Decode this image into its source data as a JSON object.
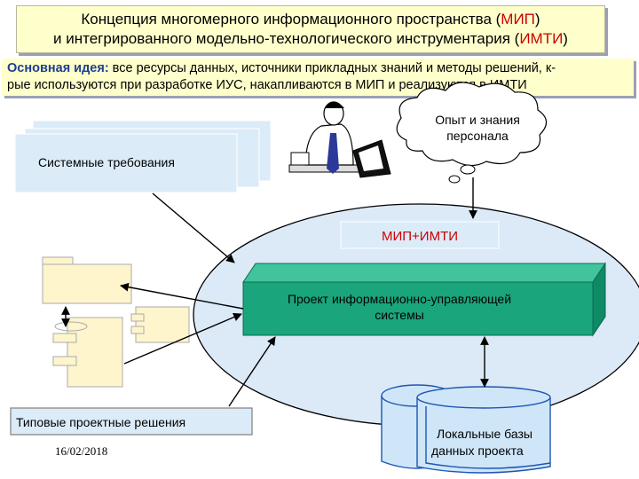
{
  "title": {
    "line1_pre": "Концепция многомерного информационного пространства (",
    "line1_red": "МИП",
    "line1_post": ")",
    "line2_pre": "и интегрированного модельно-технологического инструментария (",
    "line2_red": "ИМТИ",
    "line2_post": ")"
  },
  "idea": {
    "label": "Основная идея:",
    "line1_rest": " все ресурсы данных, источники прикладных знаний и методы решений, к-",
    "line2": "рые используются при разработке ИУС, накапливаются в МИП и реализуются в ИМТИ"
  },
  "nodes": {
    "cloud": [
      "Опыт и знания",
      "персонала"
    ],
    "requirements": "Системные требования",
    "mip_imti": "МИП+ИМТИ",
    "project": [
      "Проект информационно-управляющей",
      "системы"
    ],
    "typical": "Типовые проектные решения",
    "databases": [
      "Локальные базы",
      "данных проекта"
    ]
  },
  "date": "16/02/2018",
  "colors": {
    "title_bg": "#ffffcc",
    "accent_red": "#cc0000",
    "ellipse_fill": "#dce9f7",
    "project_fill": "#1aa57c",
    "db_fill": "#cfe6f9",
    "card_fill": "#dcebf8",
    "doc_fill": "#fff5cc"
  },
  "icons": [
    "person-at-computer-icon",
    "thought-cloud-icon",
    "component-diagram-icon"
  ]
}
